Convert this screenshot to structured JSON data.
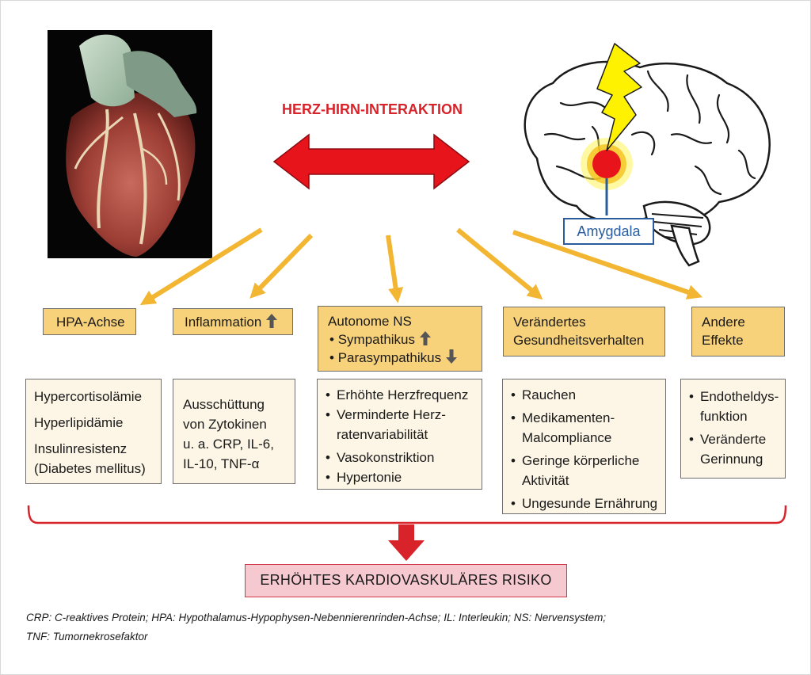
{
  "title": "HERZ-HIRN-INTERAKTION",
  "amygdala_label": "Amygdala",
  "headers": {
    "hpa": "HPA-Achse",
    "inflammation": "Inflammation",
    "autonom_title": "Autonome NS",
    "autonom_sym": "Sympathikus",
    "autonom_para": "Parasympathikus",
    "verhalten": [
      "Verändertes",
      "Gesundheitsverhalten"
    ],
    "andere": [
      "Andere",
      "Effekte"
    ]
  },
  "boxes": {
    "hpa": [
      "Hypercortisolämie",
      "Hyperlipidämie",
      "Insulinresistenz",
      "(Diabetes mellitus)"
    ],
    "inflammation": [
      "Ausschüttung",
      "von Zytokinen",
      "u. a. CRP, IL-6,",
      "IL-10, TNF-α"
    ],
    "autonom": [
      [
        "Erhöhte Herzfrequenz"
      ],
      [
        "Verminderte Herz-",
        "ratenvariabilität"
      ],
      [
        "Vasokonstriktion"
      ],
      [
        "Hypertonie"
      ]
    ],
    "verhalten": [
      [
        "Rauchen"
      ],
      [
        "Medikamenten-",
        "Malcompliance"
      ],
      [
        "Geringe körperliche",
        "Aktivität"
      ],
      [
        "Ungesunde Ernährung"
      ]
    ],
    "andere": [
      [
        "Endotheldys-",
        "funktion"
      ],
      [
        "Veränderte",
        "Gerinnung"
      ]
    ]
  },
  "result": "ERHÖHTES KARDIOVASKULÄRES RISIKO",
  "footnote": [
    "CRP: C-reaktives Protein; HPA: Hypothalamus-Hypophysen-Nebennierenrinden-Achse; IL: Interleukin; NS: Nervensystem;",
    "TNF: Tumornekrosefaktor"
  ],
  "colors": {
    "title_red": "#d8232a",
    "arrow_yellow": "#f2b632",
    "header_fill": "#f8d27a",
    "box_fill": "#fdf6e6",
    "risk_fill": "#f6c9d0",
    "amygdala_blue": "#2b5c9e"
  }
}
